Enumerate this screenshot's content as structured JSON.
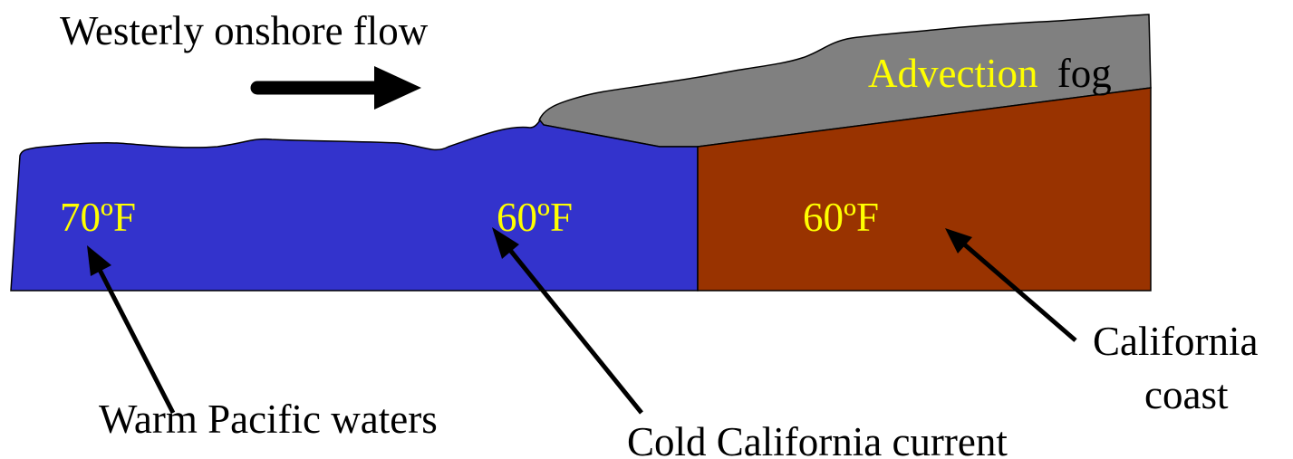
{
  "flow": {
    "label": "Westerly onshore flow"
  },
  "fog": {
    "word1": "Advection",
    "word2": "fog"
  },
  "temperatures": {
    "pacific": "70ºF",
    "current": "60ºF",
    "coast": "60ºF"
  },
  "callouts": {
    "pacific": "Warm Pacific waters",
    "current": "Cold California current",
    "coast_line1": "California",
    "coast_line2": "coast"
  },
  "colors": {
    "ocean": "#3333cc",
    "land": "#993300",
    "fog": "#808080",
    "temperature_text": "#ffff00",
    "advection_text": "#ffff00",
    "label_text": "#000000"
  }
}
